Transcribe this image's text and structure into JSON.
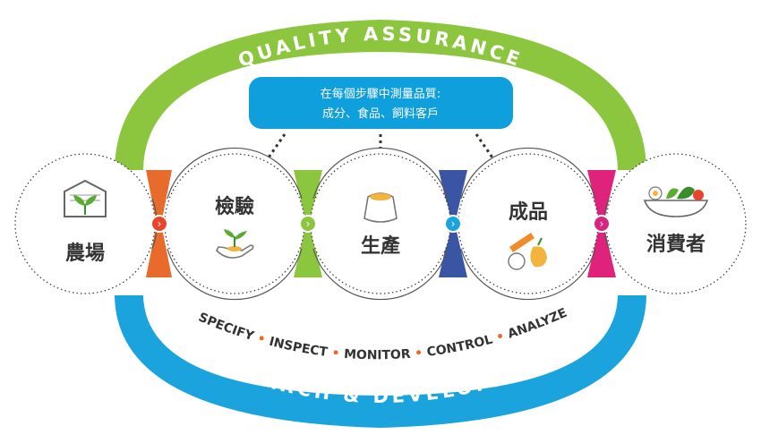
{
  "top_arc": {
    "label": "QUALITY ASSURANCE",
    "color": "#8cc63f"
  },
  "bottom_arc": {
    "label": "RESEARCH & DEVELOPMENT",
    "color": "#1aa3dc"
  },
  "callout": {
    "line1": "在每個步驟中測量品質:",
    "line2": "成分、食品、飼料客戶",
    "color": "#0e9fdc"
  },
  "stages": [
    {
      "label": "農場",
      "icon": "greenhouse-plant-icon"
    },
    {
      "label": "檢驗",
      "icon": "hand-seedling-icon"
    },
    {
      "label": "生產",
      "icon": "grain-sack-icon"
    },
    {
      "label": "成品",
      "icon": "vegetables-icon"
    },
    {
      "label": "消費者",
      "icon": "salad-bowl-icon"
    }
  ],
  "steps": {
    "word1": "SPECIFY",
    "word2": "INSPECT",
    "word3": "MONITOR",
    "word4": "CONTROL",
    "word5": "ANALYZE",
    "separator": "•"
  },
  "colors": {
    "connector1": "#e86b2c",
    "connector2": "#8cc63f",
    "connector3": "#3a55a4",
    "connector4": "#e0237a",
    "arrow1": "#e8452c",
    "arrow2": "#8cc63f",
    "arrow3": "#1aa3dc",
    "arrow4": "#d6267e"
  }
}
